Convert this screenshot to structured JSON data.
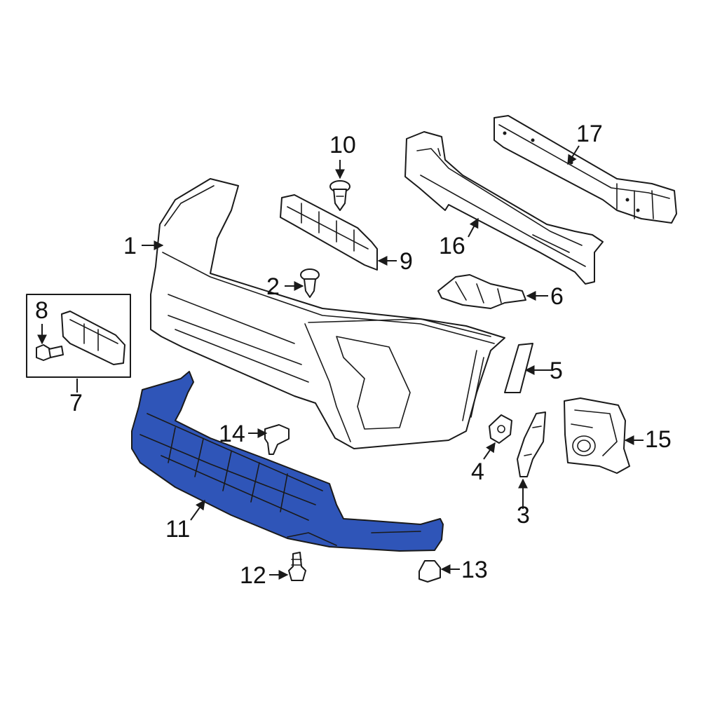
{
  "colors": {
    "highlight": "#2f55b8",
    "highlight_detail": "#1b3c91",
    "line": "#1a1a1a",
    "background": "#ffffff"
  },
  "callouts": {
    "c1": "1",
    "c2": "2",
    "c3": "3",
    "c4": "4",
    "c5": "5",
    "c6": "6",
    "c7": "7",
    "c8": "8",
    "c9": "9",
    "c10": "10",
    "c11": "11",
    "c12": "12",
    "c13": "13",
    "c14": "14",
    "c15": "15",
    "c16": "16",
    "c17": "17"
  },
  "highlighted_part": "11"
}
